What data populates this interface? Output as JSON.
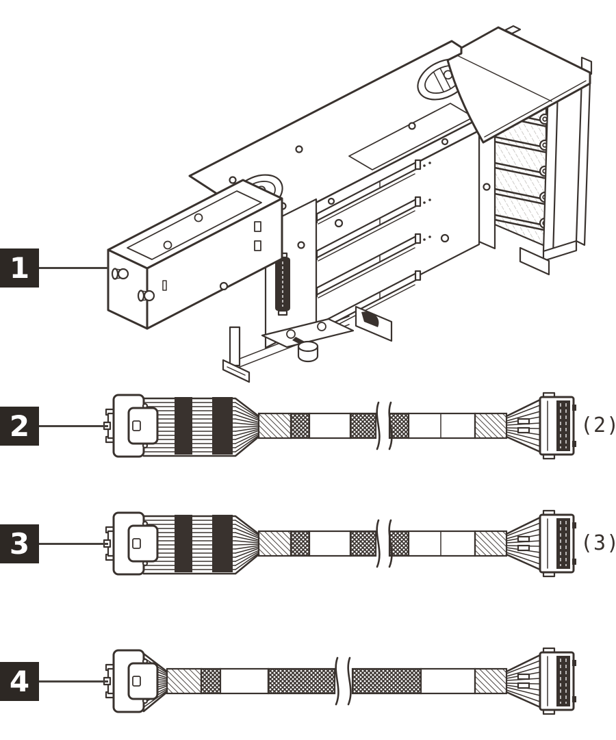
{
  "art": {
    "background": "#ffffff",
    "line_color": "#39322e",
    "hatch_color": "#b9b5b1",
    "leader_color": "#45403c",
    "callout_badge_bg": "#2d2824",
    "callout_badge_text": "#ffffff",
    "quantity_label_color": "#39322e"
  },
  "callouts": [
    {
      "number": "1",
      "target": "riser-cage-assembly-drawing",
      "quantity": ""
    },
    {
      "number": "2",
      "target": "cable-long-fanout-drawing",
      "quantity": "(2)"
    },
    {
      "number": "3",
      "target": "cable-long-fanout-drawing",
      "quantity": "(3)"
    },
    {
      "number": "4",
      "target": "cable-short-fanout-drawing",
      "quantity": ""
    }
  ]
}
